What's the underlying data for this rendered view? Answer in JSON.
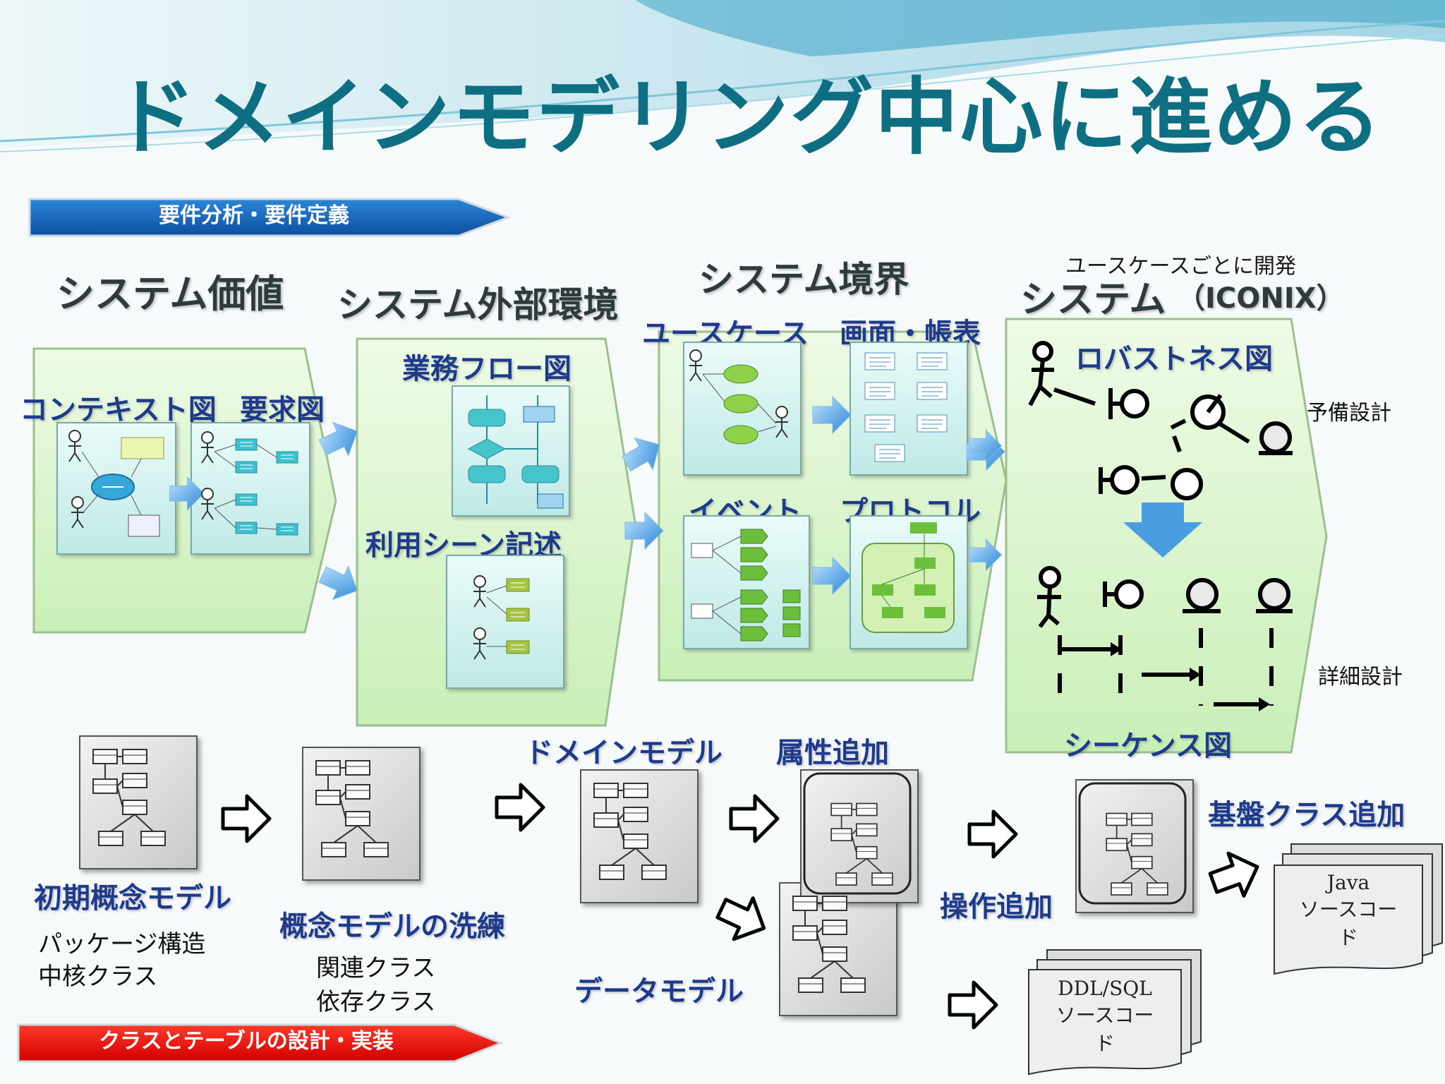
{
  "title": "ドメインモデリング中心に進める",
  "banners": {
    "top": "要件分析・要件定義",
    "bottom": "クラスとテーブルの設計・実装"
  },
  "phases": {
    "system_value": "システム価値",
    "system_external": "システム外部環境",
    "system_boundary": "システム境界",
    "system": "システム",
    "per_usecase": "ユースケースごとに開発",
    "iconix": "（ICONIX）"
  },
  "diagrams": {
    "context": "コンテキスト図",
    "requirement": "要求図",
    "business_flow": "業務フロー図",
    "usage_scene": "利用シーン記述",
    "usecase": "ユースケース",
    "screen": "画面・帳表",
    "event": "イベント",
    "protocol": "プロトコル",
    "robustness": "ロバストネス図",
    "sequence": "シーケンス図"
  },
  "side_labels": {
    "preliminary": "予備設計",
    "detailed": "詳細設計"
  },
  "models": {
    "initial": "初期概念モデル",
    "initial_note1": "パッケージ構造",
    "initial_note2": "中核クラス",
    "refine": "概念モデルの洗練",
    "refine_note1": "関連クラス",
    "refine_note2": "依存クラス",
    "domain": "ドメインモデル",
    "attr": "属性追加",
    "data": "データモデル",
    "ops": "操作追加",
    "base": "基盤クラス追加"
  },
  "docs": {
    "java_1": "Java",
    "java_2": "ソースコー",
    "java_3": "ド",
    "sql_1": "DDL/SQL",
    "sql_2": "ソースコー",
    "sql_3": "ド"
  },
  "colors": {
    "title": "#0f6f82",
    "banner_top": "#1565c0",
    "banner_bottom": "#e01010",
    "label_blue": "#1e3a8c",
    "green_panel": "#d8f5c8"
  }
}
